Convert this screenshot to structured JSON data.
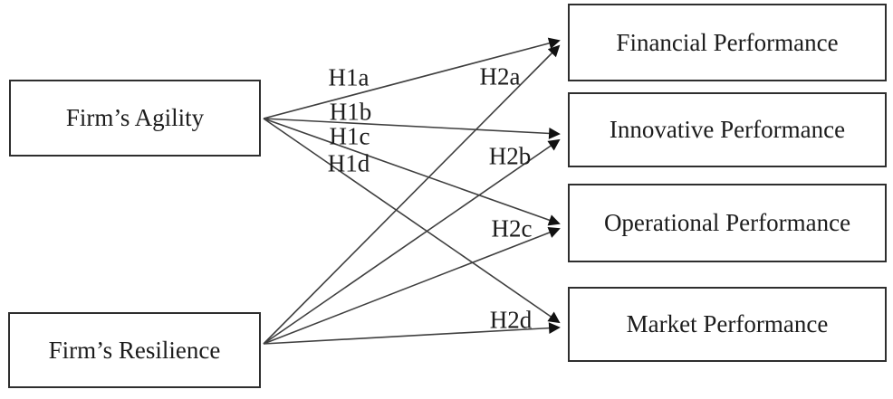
{
  "diagram": {
    "type": "hypothesis-path-model",
    "nodes": {
      "agility": {
        "label": "Firm’s Agility"
      },
      "resilience": {
        "label": "Firm’s Resilience"
      },
      "financial": {
        "label": "Financial Performance"
      },
      "innovative": {
        "label": "Innovative Performance"
      },
      "operational": {
        "label": "Operational Performance"
      },
      "market": {
        "label": "Market Performance"
      }
    },
    "edges": [
      {
        "label": "H1a",
        "from": "Firm’s Agility",
        "to": "Financial Performance"
      },
      {
        "label": "H1b",
        "from": "Firm’s Agility",
        "to": "Innovative Performance"
      },
      {
        "label": "H1c",
        "from": "Firm’s Agility",
        "to": "Operational Performance"
      },
      {
        "label": "H1d",
        "from": "Firm’s Agility",
        "to": "Market Performance"
      },
      {
        "label": "H2a",
        "from": "Firm’s Resilience",
        "to": "Financial Performance"
      },
      {
        "label": "H2b",
        "from": "Firm’s Resilience",
        "to": "Innovative Performance"
      },
      {
        "label": "H2c",
        "from": "Firm’s Resilience",
        "to": "Operational Performance"
      },
      {
        "label": "H2d",
        "from": "Firm’s Resilience",
        "to": "Market Performance"
      }
    ],
    "colors": {
      "background": "#ffffff",
      "box_border": "#2e2e2e",
      "line": "#3f3f3f",
      "arrowhead": "#111111",
      "text": "#1c1c1c"
    }
  }
}
